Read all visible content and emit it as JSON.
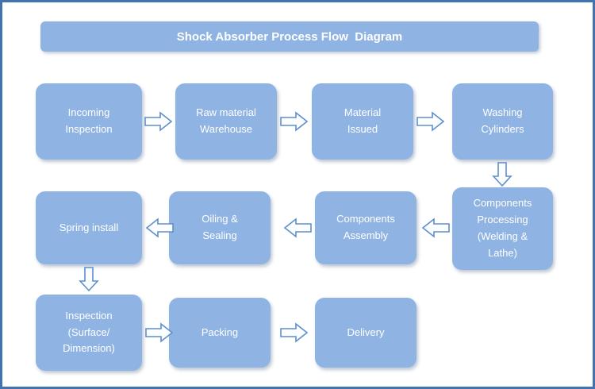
{
  "title": {
    "label": "Shock Absorber Process Flow  Diagram"
  },
  "nodes": [
    {
      "name": "incoming-inspection",
      "label": "Incoming\nInspection"
    },
    {
      "name": "raw-material-warehouse",
      "label": "Raw material\nWarehouse"
    },
    {
      "name": "material-issued",
      "label": "Material\nIssued"
    },
    {
      "name": "washing-cylinders",
      "label": "Washing\nCylinders"
    },
    {
      "name": "components-processing",
      "label": "Components\nProcessing\n(Welding &\nLathe)"
    },
    {
      "name": "components-assembly",
      "label": "Components\nAssembly"
    },
    {
      "name": "oiling-sealing",
      "label": "Oiling &\nSealing"
    },
    {
      "name": "spring-install",
      "label": "Spring install"
    },
    {
      "name": "inspection-surface-dimension",
      "label": "Inspection\n(Surface/\nDimension)"
    },
    {
      "name": "packing",
      "label": "Packing"
    },
    {
      "name": "delivery",
      "label": "Delivery"
    }
  ],
  "flow_sequence": [
    "Incoming Inspection",
    "Raw material Warehouse",
    "Material Issued",
    "Washing Cylinders",
    "Components Processing (Welding & Lathe)",
    "Components Assembly",
    "Oiling & Sealing",
    "Spring install",
    "Inspection (Surface/Dimension)",
    "Packing",
    "Delivery"
  ],
  "colors": {
    "node_fill": "#8FB4E3",
    "node_text": "#FFFFFF",
    "arrow_outline": "#5E8FCB",
    "arrow_fill": "#FBFDFE",
    "frame_border": "#4173B3",
    "background": "#FFFFFF"
  }
}
